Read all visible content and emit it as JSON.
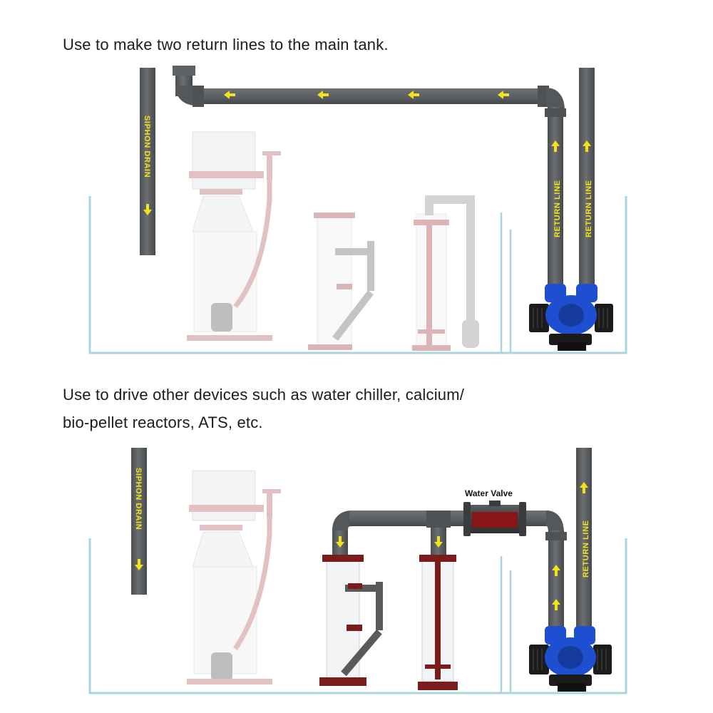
{
  "captions": {
    "top": "Use to make two return lines to the main tank.",
    "bottom_line1": "Use to drive other devices such as water chiller, calcium/",
    "bottom_line2": "bio-pellet reactors, ATS, etc."
  },
  "labels": {
    "siphon_drain": "SIPHON DRAIN",
    "return_line": "RETURN LINE",
    "water_valve": "Water Valve"
  },
  "icons": {
    "flow_arrow": "arrow-icon",
    "pump": "pump-icon"
  },
  "colors": {
    "pipe": "#5f6264",
    "pipe_dark": "#4a4c4e",
    "arrow": "#f2e21a",
    "tank_glass": "#a9d6de",
    "pump_blue": "#1f4fd1",
    "pump_black": "#1b1b1b",
    "valve_red": "#8a1717",
    "faded_equipment": "#c98f8f",
    "reactor_red": "#7a1c1c"
  }
}
